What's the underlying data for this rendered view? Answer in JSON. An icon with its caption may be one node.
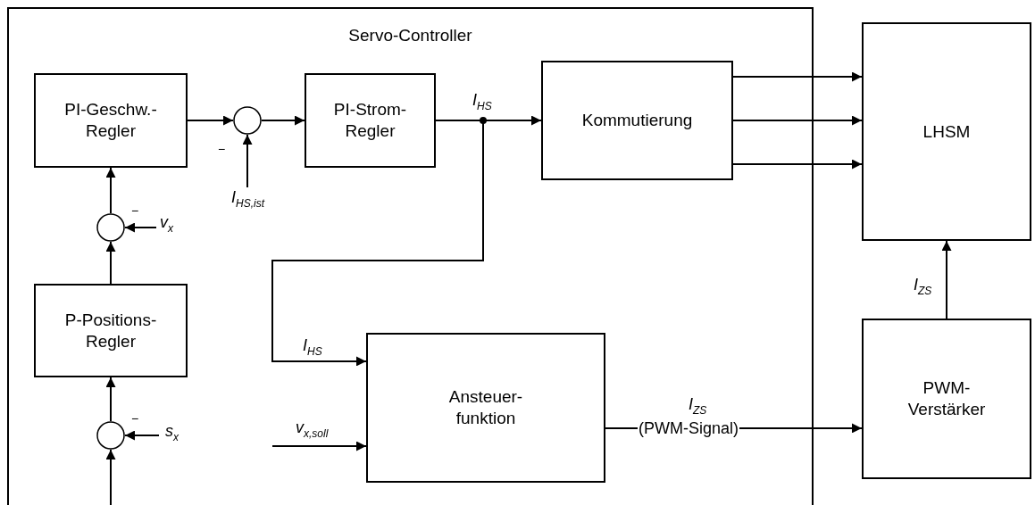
{
  "diagram": {
    "nodes": [
      {
        "text": [
          "Servo-Controller"
        ]
      },
      {
        "text": [
          "PI-Geschw.-Regler"
        ],
        "in": 0
      },
      {
        "text": [],
        "shape": "circle",
        "in": 0
      },
      {
        "text": [
          "PI-Strom-Regler"
        ],
        "in": 0
      },
      {
        "text": [
          "Kommutierung"
        ],
        "in": 0
      },
      {
        "text": [
          "LHSM"
        ]
      },
      {
        "text": [],
        "shape": "circle",
        "in": 0
      },
      {
        "text": [
          "P-Positions-Regler"
        ],
        "in": 0
      },
      {
        "text": [],
        "shape": "circle",
        "in": 0
      },
      {
        "text": [
          "Ansteuer-funktion"
        ],
        "in": 0
      },
      {
        "text": [
          "PWM-Verstärker"
        ]
      }
    ],
    "edges": [
      {
        "from": 1,
        "to": 2,
        "arrow": "to"
      },
      {
        "from": 2,
        "to": 3,
        "arrow": "to"
      },
      {
        "from": null,
        "to": 2,
        "arrow": "to",
        "label": "I$_{HS,ist}$"
      },
      {
        "from": 3,
        "to": 4,
        "arrow": "to",
        "label": "I$_{HS}$"
      },
      {
        "from": 3,
        "to": 9,
        "arrow": "to",
        "label": "I$_{HS}$"
      },
      {
        "from": 4,
        "to": 5,
        "arrow": "to"
      },
      {
        "from": 4,
        "to": 5,
        "arrow": "to"
      },
      {
        "from": 4,
        "to": 5,
        "arrow": "to"
      },
      {
        "from": 6,
        "to": 1,
        "arrow": "to"
      },
      {
        "from": null,
        "to": 6,
        "arrow": "to",
        "label": "v$_{x}$"
      },
      {
        "from": 7,
        "to": 6,
        "arrow": "to"
      },
      {
        "from": 8,
        "to": 7,
        "arrow": "to"
      },
      {
        "from": null,
        "to": 8,
        "arrow": "to",
        "label": "s$_{x}$"
      },
      {
        "from": null,
        "to": 8,
        "arrow": "to"
      },
      {
        "from": null,
        "to": 9,
        "arrow": "to",
        "label": "v$_{x,soll}$"
      },
      {
        "from": 9,
        "to": 10,
        "arrow": "to",
        "label": "I$_{ZS}$"
      },
      {
        "from": 10,
        "to": 5,
        "arrow": "to",
        "label": "I$_{ZS}$"
      }
    ],
    "labels": [
      "−",
      "−",
      "(PWM-Signal)",
      "−"
    ]
  }
}
